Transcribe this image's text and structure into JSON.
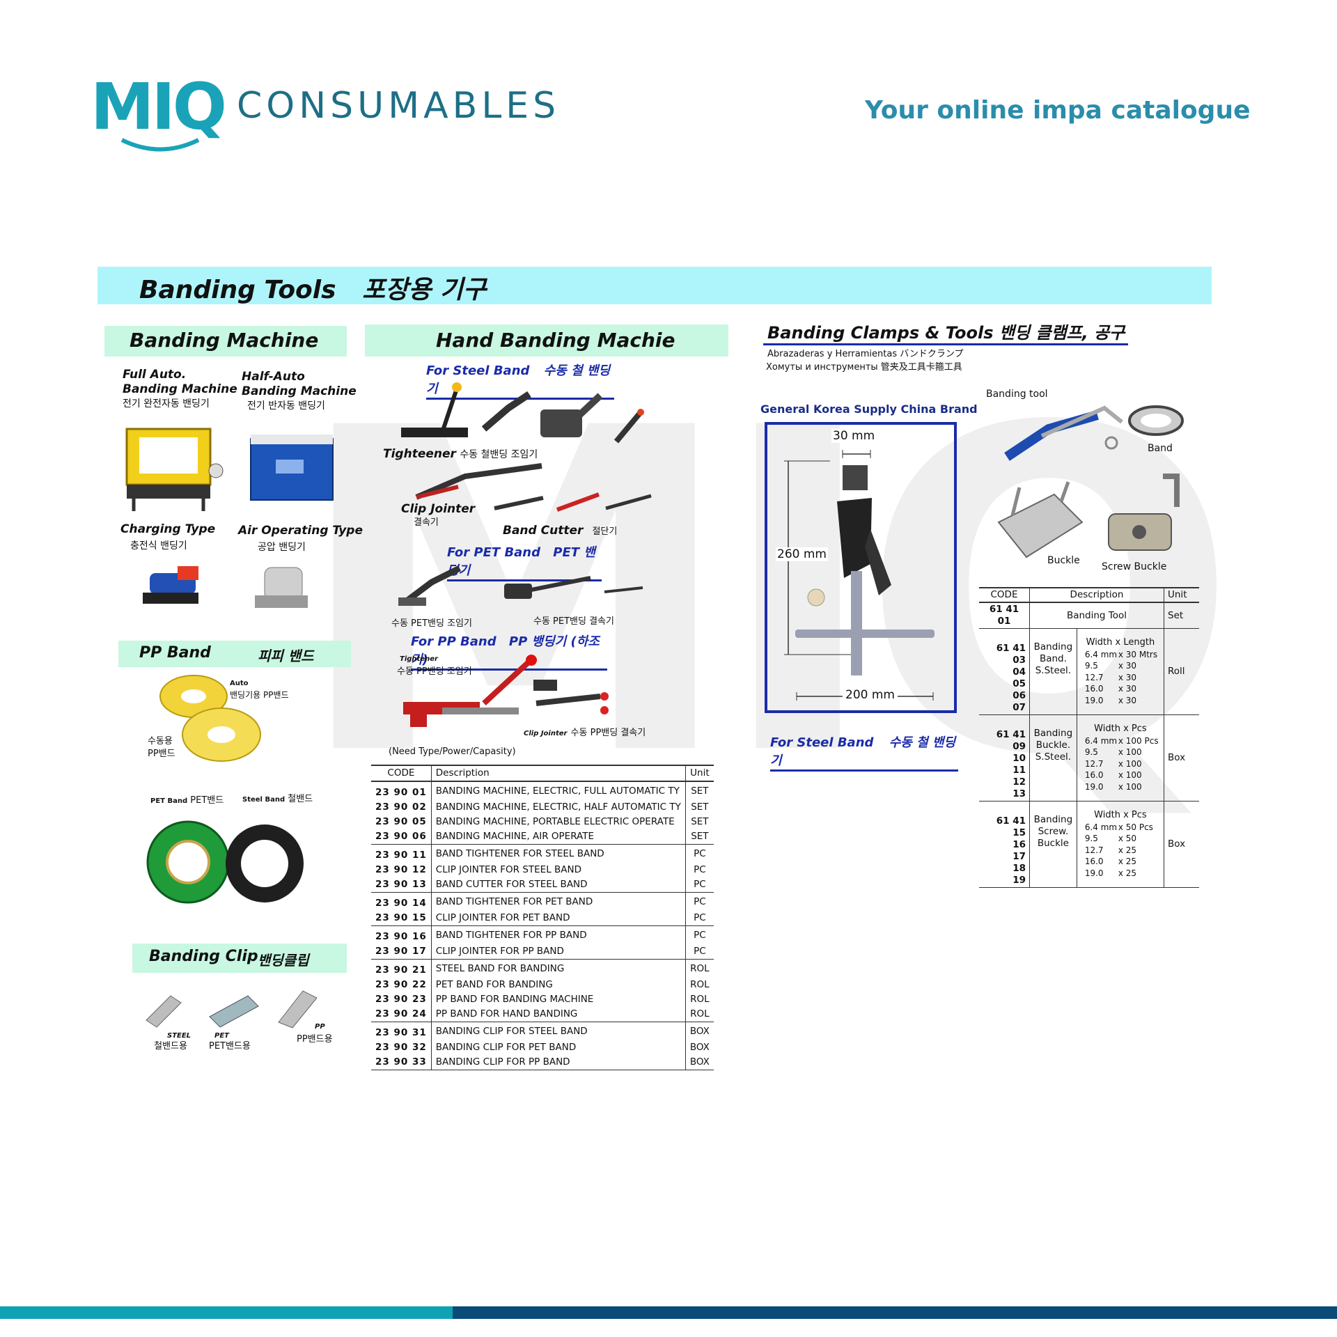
{
  "header": {
    "logo_mark": "MIQ",
    "logo_text": "CONSUMABLES",
    "tagline": "Your online impa catalogue",
    "watermark": "MIQ"
  },
  "banner": {
    "title": "Banding Tools   포장용 기구"
  },
  "banding_machine": {
    "title": "Banding Machine",
    "items": [
      {
        "en1": "Full Auto.",
        "en2": "Banding Machine",
        "ko": "전기 완전자동 밴딩기"
      },
      {
        "en1": "Half-Auto",
        "en2": "Banding Machine",
        "ko": "전기 반자동 밴딩기"
      },
      {
        "en1": "Charging Type",
        "en2": "",
        "ko": "충전식 밴딩기"
      },
      {
        "en1": "Air Operating Type",
        "en2": "",
        "ko": "공압 밴딩기"
      }
    ]
  },
  "pp_band": {
    "title": "PP Band",
    "title_ko": "피피 밴드",
    "auto_en": "Auto",
    "auto_ko": "밴딩기용 PP밴드",
    "manual_ko1": "수동용",
    "manual_ko2": "PP밴드",
    "pet_en": "PET Band",
    "pet_ko": "PET밴드",
    "steel_en": "Steel Band",
    "steel_ko": "철밴드"
  },
  "banding_clip": {
    "title": "Banding Clip",
    "title_ko": "밴딩클립",
    "steel_en": "STEEL",
    "steel_ko": "철밴드용",
    "pet_en": "PET",
    "pet_ko": "PET밴드용",
    "pp_en": "PP",
    "pp_ko": "PP밴드용"
  },
  "hand_banding": {
    "title": "Hand Banding Machie",
    "steel_head_en": "For Steel Band",
    "steel_head_ko": "수동 철 밴딩기",
    "tighteener": "Tighteener",
    "tighteener_ko": "수동 철밴딩 조임기",
    "clip_jointer": "Clip Jointer",
    "clip_jointer_ko": "결속기",
    "band_cutter": "Band Cutter",
    "band_cutter_ko": "절단기",
    "pet_head_en": "For PET Band",
    "pet_head_ko": "PET 밴딩기",
    "pet_tight_ko": "수동 PET밴딩 조임기",
    "pet_joint_ko": "수동 PET밴딩 결속기",
    "pp_head_en": "For PP Band",
    "pp_head_ko": "PP 뱅딩기 (하조기)",
    "pp_tightener": "Tightener",
    "pp_tight_ko": "수동 PP밴딩 조임기",
    "pp_clip_jointer": "Clip Jointer",
    "pp_clip_ko": "수동 PP밴딩 결속기",
    "note": "(Need Type/Power/Capasity)"
  },
  "code_table": {
    "headers": [
      "CODE",
      "Description",
      "Unit"
    ],
    "groups": [
      [
        [
          "23 90 01",
          "BANDING MACHINE, ELECTRIC, FULL AUTOMATIC TY",
          "SET"
        ],
        [
          "23 90 02",
          "BANDING MACHINE, ELECTRIC, HALF AUTOMATIC TY",
          "SET"
        ],
        [
          "23 90 05",
          "BANDING MACHINE, PORTABLE ELECTRIC OPERATE",
          "SET"
        ],
        [
          "23 90 06",
          "BANDING MACHINE, AIR OPERATE",
          "SET"
        ]
      ],
      [
        [
          "23 90 11",
          "BAND TIGHTENER FOR STEEL BAND",
          "PC"
        ],
        [
          "23 90 12",
          "CLIP JOINTER FOR STEEL BAND",
          "PC"
        ],
        [
          "23 90 13",
          "BAND CUTTER FOR STEEL BAND",
          "PC"
        ]
      ],
      [
        [
          "23 90 14",
          "BAND TIGHTENER FOR PET BAND",
          "PC"
        ],
        [
          "23 90 15",
          "CLIP JOINTER FOR PET BAND",
          "PC"
        ]
      ],
      [
        [
          "23 90 16",
          "BAND TIGHTENER FOR PP BAND",
          "PC"
        ],
        [
          "23 90 17",
          "CLIP JOINTER FOR PP BAND",
          "PC"
        ]
      ],
      [
        [
          "23 90 21",
          "STEEL BAND FOR BANDING",
          "ROL"
        ],
        [
          "23 90 22",
          "PET BAND FOR BANDING",
          "ROL"
        ],
        [
          "23 90 23",
          "PP BAND FOR BANDING MACHINE",
          "ROL"
        ],
        [
          "23 90 24",
          "PP BAND FOR HAND BANDING",
          "ROL"
        ]
      ],
      [
        [
          "23 90 31",
          "BANDING CLIP FOR STEEL BAND",
          "BOX"
        ],
        [
          "23 90 32",
          "BANDING CLIP FOR PET BAND",
          "BOX"
        ],
        [
          "23 90 33",
          "BANDING CLIP FOR PP BAND",
          "BOX"
        ]
      ]
    ]
  },
  "clamps": {
    "title": "Banding Clamps & Tools 밴딩 클램프, 공구",
    "sub1": "Abrazaderas y Herramientas  バンドクランプ",
    "sub2": "Хомуты и инструменты 管夹及工具卡箍工具",
    "brand": "General Korea Supply China Brand",
    "dim_top": "30 mm",
    "dim_left": "260 mm",
    "dim_bottom": "200 mm",
    "steel_head_en": "For Steel Band",
    "steel_head_ko": "수동 철 밴딩기",
    "img_banding_tool": "Banding tool",
    "img_band": "Band",
    "img_buckle": "Buckle",
    "img_screw_buckle": "Screw Buckle",
    "table_headers": [
      "CODE",
      "Description",
      "Unit"
    ],
    "row_tool": {
      "code": "61 41 01",
      "desc": "Banding Tool",
      "unit": "Set"
    },
    "band_block": {
      "codes": [
        "61 41 03",
        "04",
        "05",
        "06",
        "07"
      ],
      "desc": [
        "Banding",
        "Band.",
        "S.Steel."
      ],
      "spec_head": "Width x Length",
      "specs": [
        [
          "6.4 mm",
          "x 30 Mtrs"
        ],
        [
          "9.5",
          "x 30"
        ],
        [
          "12.7",
          "x 30"
        ],
        [
          "16.0",
          "x 30"
        ],
        [
          "19.0",
          "x 30"
        ]
      ],
      "unit": "Roll"
    },
    "buckle_block": {
      "codes": [
        "61 41 09",
        "10",
        "11",
        "12",
        "13"
      ],
      "desc": [
        "Banding",
        "Buckle.",
        "S.Steel."
      ],
      "spec_head": "Width x Pcs",
      "specs": [
        [
          "6.4 mm",
          "x 100 Pcs"
        ],
        [
          "9.5",
          "x 100"
        ],
        [
          "12.7",
          "x 100"
        ],
        [
          "16.0",
          "x 100"
        ],
        [
          "19.0",
          "x 100"
        ]
      ],
      "unit": "Box"
    },
    "screw_block": {
      "codes": [
        "61 41 15",
        "16",
        "17",
        "18",
        "19"
      ],
      "desc": [
        "Banding",
        "Screw.",
        "Buckle"
      ],
      "spec_head": "Width x Pcs",
      "specs": [
        [
          "6.4 mm",
          "x 50 Pcs"
        ],
        [
          "9.5",
          "x 50"
        ],
        [
          "12.7",
          "x 25"
        ],
        [
          "16.0",
          "x 25"
        ],
        [
          "19.0",
          "x 25"
        ]
      ],
      "unit": "Box"
    }
  }
}
